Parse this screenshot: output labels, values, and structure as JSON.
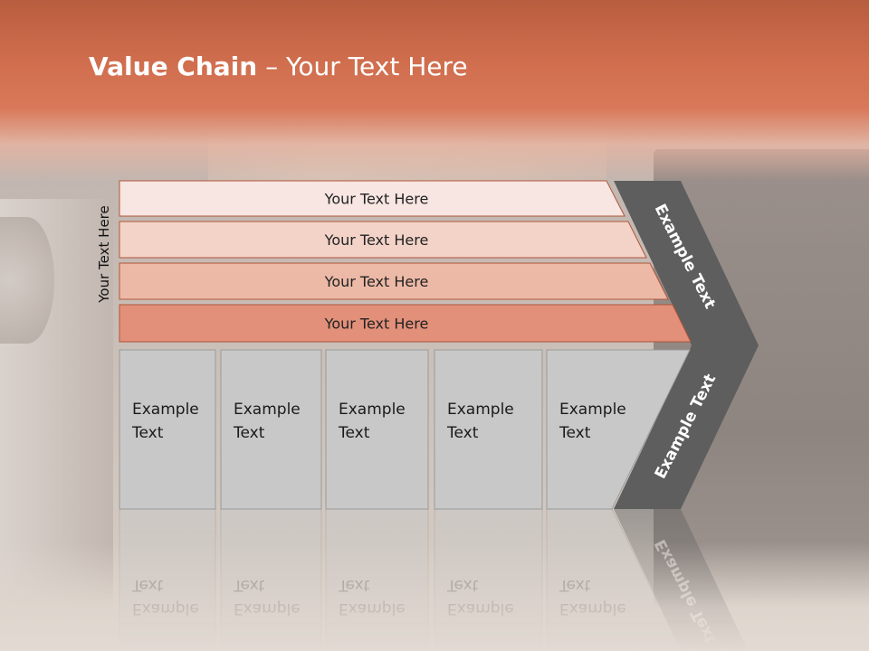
{
  "slide": {
    "title_bold": "Value Chain",
    "title_rest": " – Your Text Here",
    "side_label": "Your Text Here",
    "banners": [
      {
        "label": "Your Text Here",
        "fill": "#f7e6e2"
      },
      {
        "label": "Your Text Here",
        "fill": "#f3d3c8"
      },
      {
        "label": "Your Text Here",
        "fill": "#edb9a7"
      },
      {
        "label": "Your Text Here",
        "fill": "#e2907a"
      }
    ],
    "boxes": [
      {
        "line1": "Example",
        "line2": "Text"
      },
      {
        "line1": "Example",
        "line2": "Text"
      },
      {
        "line1": "Example",
        "line2": "Text"
      },
      {
        "line1": "Example",
        "line2": "Text"
      },
      {
        "line1": "Example",
        "line2": "Text"
      }
    ],
    "chevron_top_label": "Example Text",
    "chevron_bottom_label": "Example Text",
    "colors": {
      "header": "#d06e4e",
      "box_fill": "#c8c8c8",
      "box_stroke": "#9a9a9a",
      "chevron_fill": "#5e5e5e",
      "banner_stroke": "#b0563a"
    }
  }
}
